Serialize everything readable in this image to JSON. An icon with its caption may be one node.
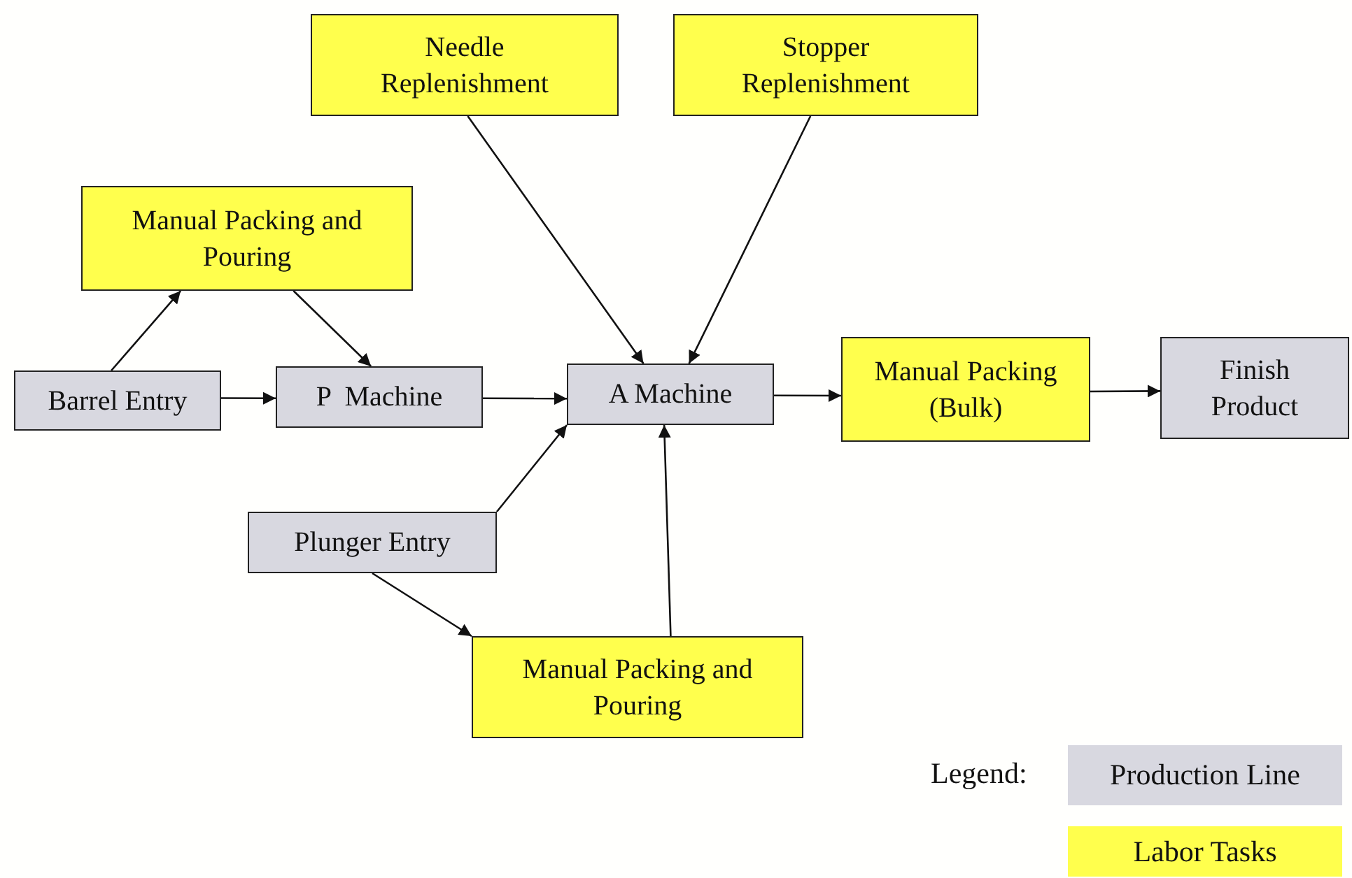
{
  "diagram": {
    "nodes": [
      {
        "text": [
          "Needle Replenishment"
        ]
      },
      {
        "text": [
          "Stopper Replenishment"
        ]
      },
      {
        "text": [
          "Manual Packing and Pouring"
        ]
      },
      {
        "text": [
          "Barrel Entry"
        ]
      },
      {
        "text": [
          "P  Machine"
        ]
      },
      {
        "text": [
          "A Machine"
        ]
      },
      {
        "text": [
          "Manual Packing (Bulk)"
        ]
      },
      {
        "text": [
          "Finish Product"
        ]
      },
      {
        "text": [
          "Plunger Entry"
        ]
      },
      {
        "text": [
          "Manual Packing and Pouring"
        ]
      }
    ],
    "edges": [
      {
        "from": 3,
        "to": 2,
        "arrow": "to"
      },
      {
        "from": 2,
        "to": 4,
        "arrow": "to"
      },
      {
        "from": 3,
        "to": 4,
        "arrow": "to"
      },
      {
        "from": 4,
        "to": 5,
        "arrow": "to"
      },
      {
        "from": 0,
        "to": 5,
        "arrow": "to"
      },
      {
        "from": 1,
        "to": 5,
        "arrow": "to"
      },
      {
        "from": 5,
        "to": 6,
        "arrow": "to"
      },
      {
        "from": 6,
        "to": 7,
        "arrow": "to"
      },
      {
        "from": 8,
        "to": 5,
        "arrow": "to"
      },
      {
        "from": 8,
        "to": 9,
        "arrow": "to"
      },
      {
        "from": 9,
        "to": 5,
        "arrow": "to"
      }
    ],
    "labels": [
      "Legend:"
    ],
    "legend": [
      {
        "text": "Production Line",
        "color": "#d8d8e0"
      },
      {
        "text": "Labor Tasks",
        "color": "#ffff4d"
      }
    ]
  }
}
